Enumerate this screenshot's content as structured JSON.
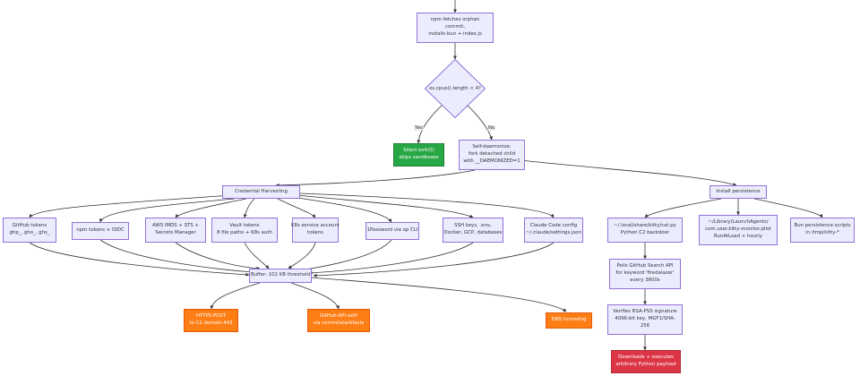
{
  "colors": {
    "node_fill": "#ECECFF",
    "node_border": "#9370DB",
    "edge": "#333333",
    "exit": "#28a745",
    "exfil": "#fd7e14",
    "payload": "#dc3545"
  },
  "nodes": {
    "npm_fetch": {
      "lines": [
        "npm fetches orphan",
        "commit,",
        "installs bun + index.js"
      ]
    },
    "cpu_check": {
      "label": "os.cpus().length < 4?"
    },
    "silent_exit": {
      "lines": [
        "Silent exit(0)",
        "skips sandboxes"
      ]
    },
    "self_daemonize": {
      "lines": [
        "Self-daemonize:",
        "fork detached child",
        "with __DAEMONIZED=1"
      ]
    },
    "cred_harvest": {
      "lines": [
        "Credential Harvesting"
      ]
    },
    "install_persist": {
      "lines": [
        "Install persistence"
      ]
    },
    "github_tokens": {
      "lines": [
        "GitHub tokens",
        "ghp_, gho_, ghs_"
      ]
    },
    "npm_tokens": {
      "lines": [
        "npm tokens + OIDC"
      ]
    },
    "aws": {
      "lines": [
        "AWS IMDS + STS +",
        "Secrets Manager"
      ]
    },
    "vault": {
      "lines": [
        "Vault tokens",
        "8 file paths + K8s auth"
      ]
    },
    "k8s": {
      "lines": [
        "K8s service account",
        "tokens"
      ]
    },
    "onepassword": {
      "lines": [
        "1Password via op CLI"
      ]
    },
    "ssh": {
      "lines": [
        "SSH keys, .env,",
        "Docker, GCP, databases"
      ]
    },
    "claude": {
      "lines": [
        "Claude Code config",
        "~/.claude/settings.json"
      ]
    },
    "kitty_py": {
      "lines": [
        "~/.local/share/kitty/cat.py",
        "Python C2 backdoor"
      ]
    },
    "launch_agent": {
      "lines": [
        "~/Library/LaunchAgents/",
        "com.user.kitty-monitor.plist",
        "RunAtLoad + hourly"
      ]
    },
    "bun_persist": {
      "lines": [
        "Bun persistence scripts",
        "in /tmp/kitty-*"
      ]
    },
    "buffer": {
      "lines": [
        "Buffer: 102 KB threshold"
      ]
    },
    "https_post": {
      "lines": [
        "HTTPS POST",
        "to C2 domain:443"
      ]
    },
    "github_api": {
      "lines": [
        "GitHub API exfil",
        "via commits/artifacts"
      ]
    },
    "dns": {
      "lines": [
        "DNS tunneling"
      ]
    },
    "poll_github": {
      "lines": [
        "Polls GitHub Search API",
        "for keyword 'firedalazer'",
        "every 3600s"
      ]
    },
    "verify_rsa": {
      "lines": [
        "Verifies RSA-PSS signature",
        "4096-bit key, MGF1/SHA-",
        "256"
      ]
    },
    "download_exec": {
      "lines": [
        "Downloads + executes",
        "arbitrary Python payload"
      ]
    }
  },
  "edge_labels": {
    "yes": "Yes",
    "no": "No"
  }
}
